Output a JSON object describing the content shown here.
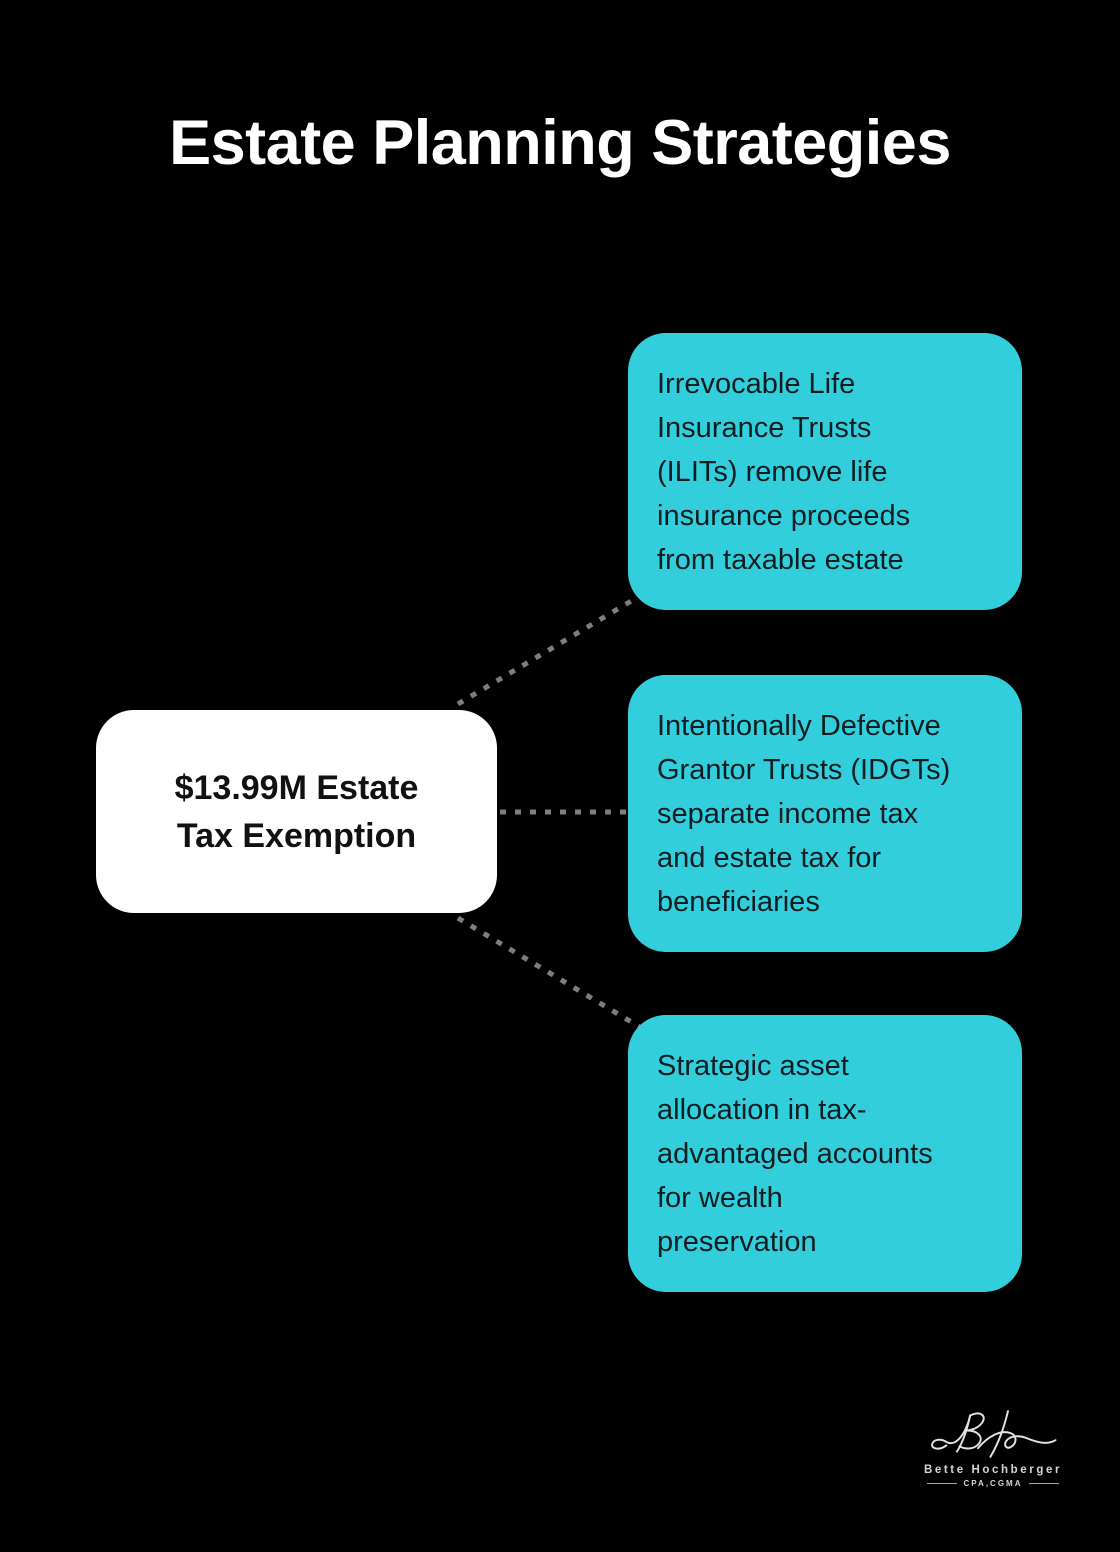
{
  "colors": {
    "background": "#000000",
    "teal": "#33CEDC",
    "connector-gray": "#7E7E7E",
    "node-white": "#FFFFFF",
    "node-text-dark": "#101D20",
    "root-text-dark": "#111111",
    "title-white": "#FFFFFF",
    "logo-light": "#E3E3E3",
    "logo-text": "#D6D6D6"
  },
  "header": {
    "title": "Estate Planning Strategies"
  },
  "diagram": {
    "root": {
      "label": "$13.99M Estate\nTax Exemption"
    },
    "branches": [
      {
        "label": "Irrevocable Life\nInsurance Trusts\n(ILITs) remove life\ninsurance proceeds\nfrom taxable estate"
      },
      {
        "label": "Intentionally Defective\nGrantor Trusts (IDGTs)\nseparate income tax\nand estate tax for\nbeneficiaries"
      },
      {
        "label": "Strategic asset\nallocation in tax-\nadvantaged accounts\nfor wealth\npreservation"
      }
    ]
  },
  "footer_logo": {
    "monogram": "BH",
    "name": "Bette Hochberger",
    "credentials": "CPA,CGMA"
  }
}
